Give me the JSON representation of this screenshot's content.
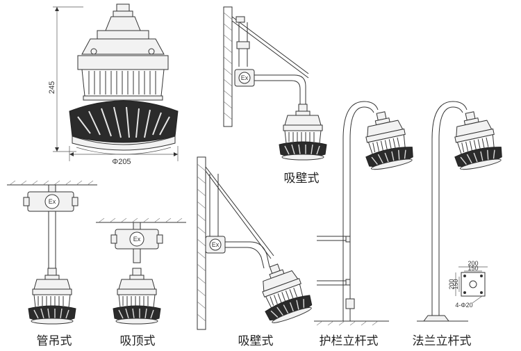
{
  "labels": {
    "dim_height": "245",
    "dim_diameter": "Φ205",
    "ex_mark": "Ex",
    "caption_wall_top": "吸壁式",
    "caption_pendant": "管吊式",
    "caption_ceiling": "吸顶式",
    "caption_wall_bottom": "吸壁式",
    "caption_rail_pole": "护栏立杆式",
    "caption_flange_pole": "法兰立杆式",
    "flange_dim_outer": "200",
    "flange_dim_inner": "150",
    "flange_dim_outer_v": "200",
    "flange_dim_inner_v": "150",
    "flange_holes": "4-Φ20"
  }
}
